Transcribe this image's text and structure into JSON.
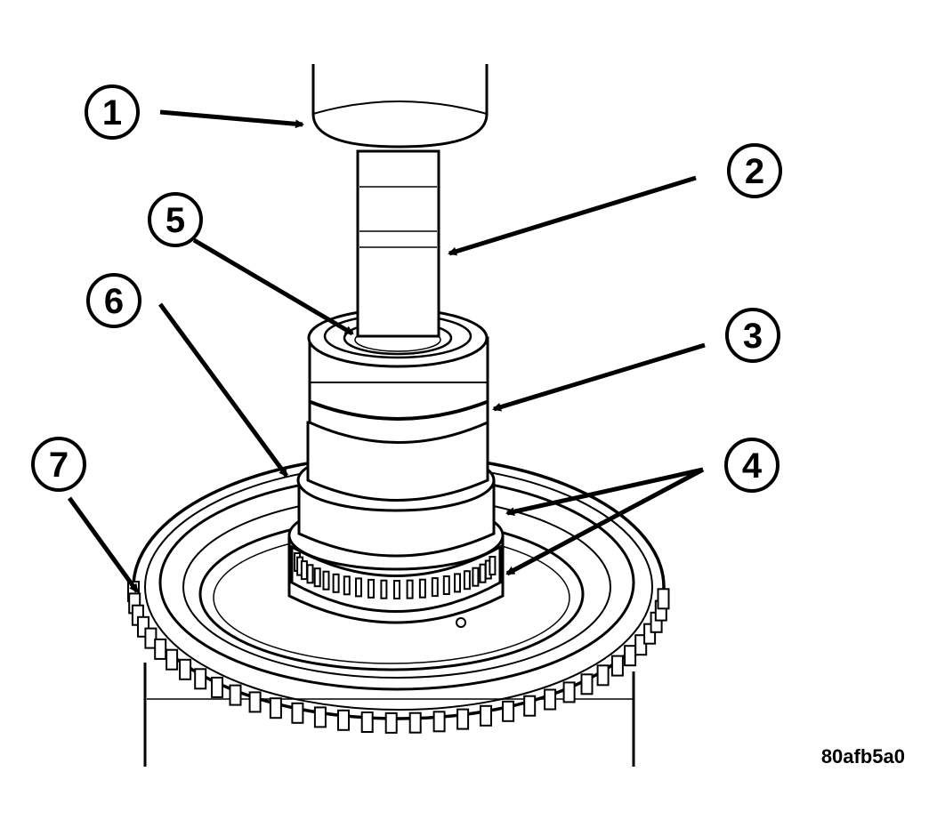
{
  "figure": {
    "figure_id": "80afb5a0",
    "callouts": [
      {
        "label": "1"
      },
      {
        "label": "2"
      },
      {
        "label": "3"
      },
      {
        "label": "4"
      },
      {
        "label": "5"
      },
      {
        "label": "6"
      },
      {
        "label": "7"
      }
    ]
  },
  "colors": {
    "line": "#000000",
    "background": "#ffffff"
  }
}
